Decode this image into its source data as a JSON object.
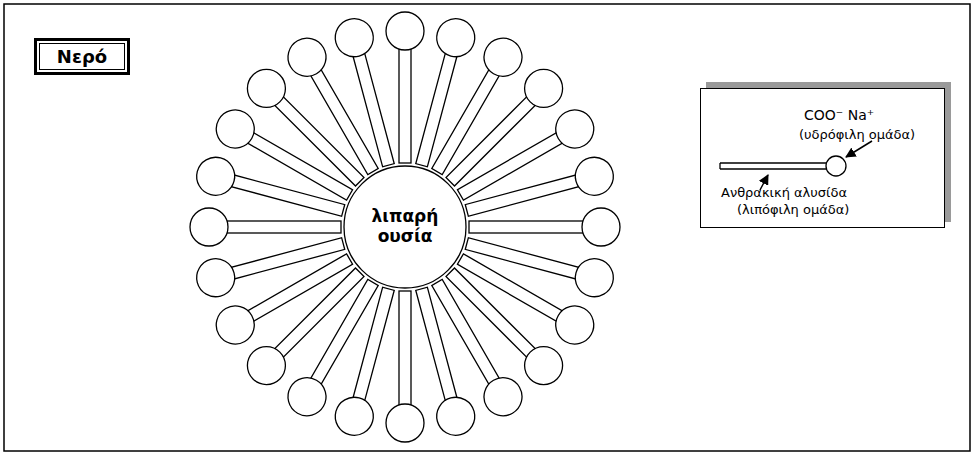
{
  "diagram": {
    "nodes": [
      {
        "text": [
          "Νερό"
        ]
      },
      {
        "text": [
          "λιπαρή ουσία"
        ]
      },
      {
        "text": [
          "COO⁻ Na⁺",
          "(υδρόφιλη ομάδα)",
          "Ανθρακική αλυσίδα",
          "(λιπόφιλη ομάδα)"
        ]
      }
    ]
  }
}
